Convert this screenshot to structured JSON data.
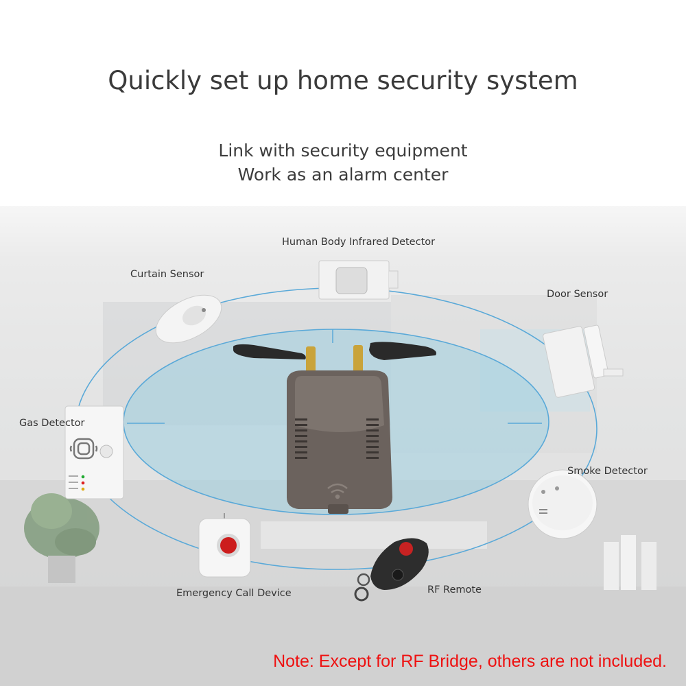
{
  "headline": "Quickly set up home security system",
  "subtitle": {
    "line1": "Link with security equipment",
    "line2": "Work as an alarm center"
  },
  "devices": {
    "human_body_infrared_detector": "Human Body Infrared Detector",
    "curtain_sensor": "Curtain Sensor",
    "door_sensor": "Door Sensor",
    "gas_detector": "Gas Detector",
    "smoke_detector": "Smoke Detector",
    "emergency_call_device": "Emergency Call Device",
    "rf_remote": "RF Remote"
  },
  "note": "Note: Except for RF Bridge, others are not included.",
  "colors": {
    "orbit_line": "#5aa9d8",
    "inner_fill": "#9fd0e0",
    "note_text": "#ee1111",
    "bridge_body": "#6b625d"
  }
}
